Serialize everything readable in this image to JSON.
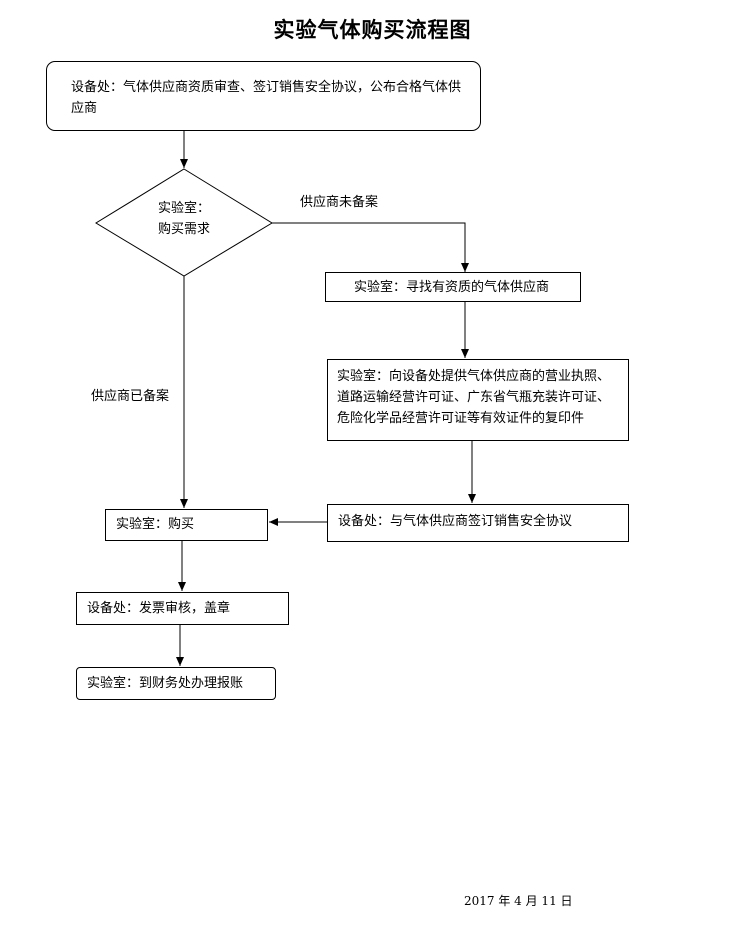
{
  "title": "实验气体购买流程图",
  "nodes": {
    "qualify": "设备处：气体供应商资质审查、签订销售安全协议，公布合格气体供应商",
    "need_line1": "实验室：",
    "need_line2": "购买需求",
    "find": "实验室：寻找有资质的气体供应商",
    "provide": "实验室：向设备处提供气体供应商的营业执照、道路运输经营许可证、广东省气瓶充装许可证、危险化学品经营许可证等有效证件的复印件",
    "sign": "设备处：与气体供应商签订销售安全协议",
    "buy": "实验室：购买",
    "invoice": "设备处：发票审核，盖章",
    "reimburse": "实验室：到财务处办理报账"
  },
  "edges": {
    "not_registered": "供应商未备案",
    "registered": "供应商已备案"
  },
  "date": "2017 年 4 月 11 日"
}
